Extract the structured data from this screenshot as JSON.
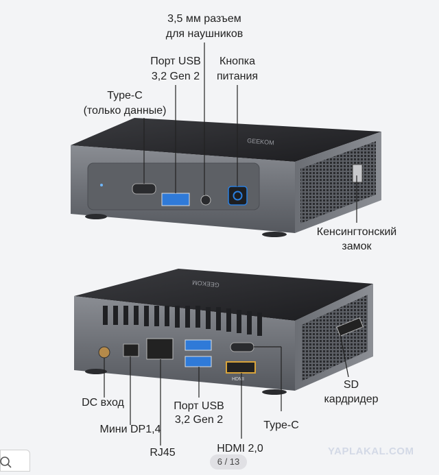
{
  "viewer": {
    "page_counter": "6 / 13",
    "watermark": "YAPLAKAL.COM"
  },
  "labels": {
    "audio": [
      "3,5 мм разъем",
      "для наушников"
    ],
    "usb_top": [
      "Порт USB",
      "3,2 Gen 2"
    ],
    "power": [
      "Кнопка",
      "питания"
    ],
    "typec_top": [
      "Type-C",
      "(только данные)"
    ],
    "kensington": [
      "Кенсингтонский",
      "замок"
    ],
    "sd": [
      "SD",
      "кардридер"
    ],
    "dc": "DC вход",
    "usb_bottom": [
      "Порт USB",
      "3,2 Gen 2"
    ],
    "typec_bottom": "Type-C",
    "mini_dp": "Мини DP1,4",
    "hdmi": "HDMI 2,0",
    "rj45": "RJ45"
  },
  "device": {
    "brand": "GEEKOM",
    "hdmi_mark": "HDMI"
  },
  "colors": {
    "accent_blue": "#2a7fe0",
    "usb_blue": "#2f7ad8",
    "hdmi_gold": "#d9a43a"
  }
}
